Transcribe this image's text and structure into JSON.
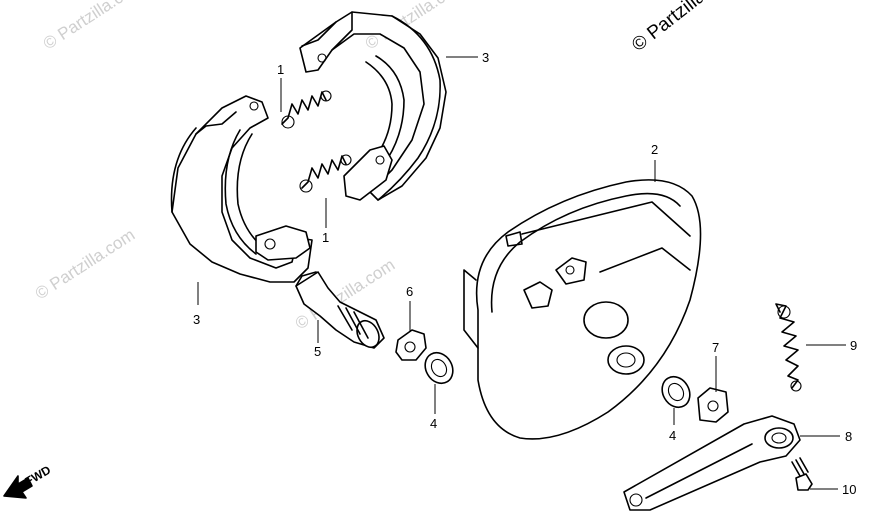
{
  "watermark": {
    "text": "© Partzilla.com",
    "corner_text": "© Partzilla.com"
  },
  "direction_label": "FWD",
  "callouts": {
    "c1a": "1",
    "c1b": "1",
    "c2": "2",
    "c3a": "3",
    "c3b": "3",
    "c4a": "4",
    "c4b": "4",
    "c5": "5",
    "c6": "6",
    "c7": "7",
    "c8": "8",
    "c9": "9",
    "c10": "10"
  },
  "colors": {
    "line": "#000000",
    "watermark": "#cfcfcf",
    "background": "#ffffff"
  }
}
